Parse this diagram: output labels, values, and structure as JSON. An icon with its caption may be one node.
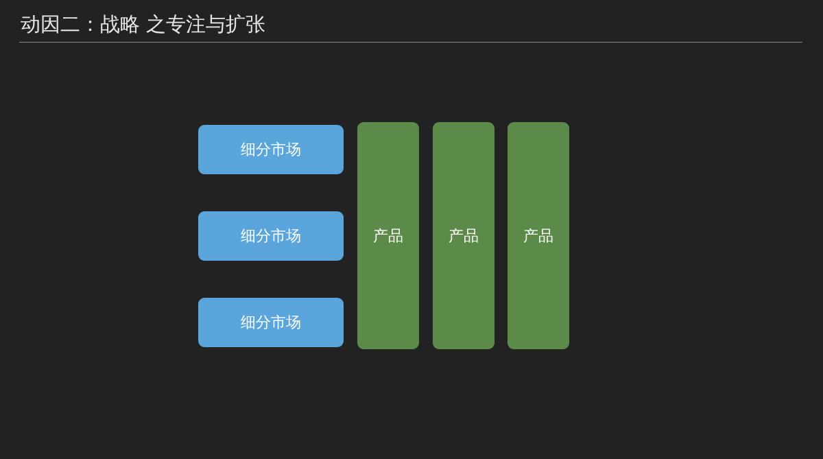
{
  "diagram": {
    "title": "动因二：战略 之专注与扩张",
    "nodes": [
      {
        "text": [
          "细分市场"
        ]
      },
      {
        "text": [
          "细分市场"
        ]
      },
      {
        "text": [
          "细分市场"
        ]
      },
      {
        "text": [
          "产品"
        ]
      },
      {
        "text": [
          "产品"
        ]
      },
      {
        "text": [
          "产品"
        ]
      }
    ]
  }
}
